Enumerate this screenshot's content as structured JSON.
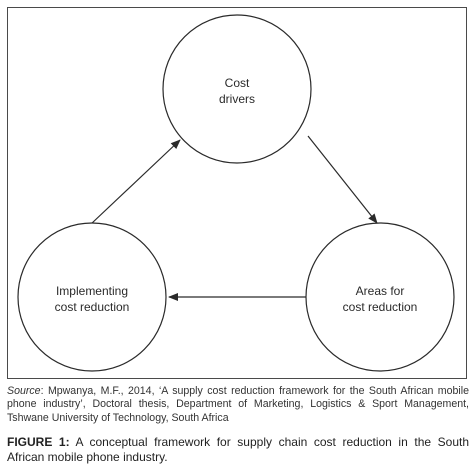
{
  "diagram": {
    "nodes": [
      {
        "id": "cost-drivers",
        "lines": [
          "Cost",
          "drivers"
        ]
      },
      {
        "id": "areas-for-cost-reduction",
        "lines": [
          "Areas for",
          "cost reduction"
        ]
      },
      {
        "id": "implementing-cost-reduction",
        "lines": [
          "Implementing",
          "cost reduction"
        ]
      }
    ],
    "edges": [
      {
        "from": "cost-drivers",
        "to": "areas-for-cost-reduction"
      },
      {
        "from": "areas-for-cost-reduction",
        "to": "implementing-cost-reduction"
      },
      {
        "from": "implementing-cost-reduction",
        "to": "cost-drivers"
      }
    ],
    "colors": {
      "stroke": "#2a2a2a",
      "fill": "#ffffff"
    }
  },
  "source": {
    "prefix": "Source",
    "text": ": Mpwanya, M.F., 2014, ‘A supply cost reduction framework for the South African mobile phone industry’, Doctoral thesis, Department of Marketing, Logistics & Sport Management, Tshwane University of Technology, South Africa"
  },
  "caption": {
    "prefix": "FIGURE 1:",
    "text": " A conceptual framework for supply chain cost reduction in the South African mobile phone industry."
  }
}
